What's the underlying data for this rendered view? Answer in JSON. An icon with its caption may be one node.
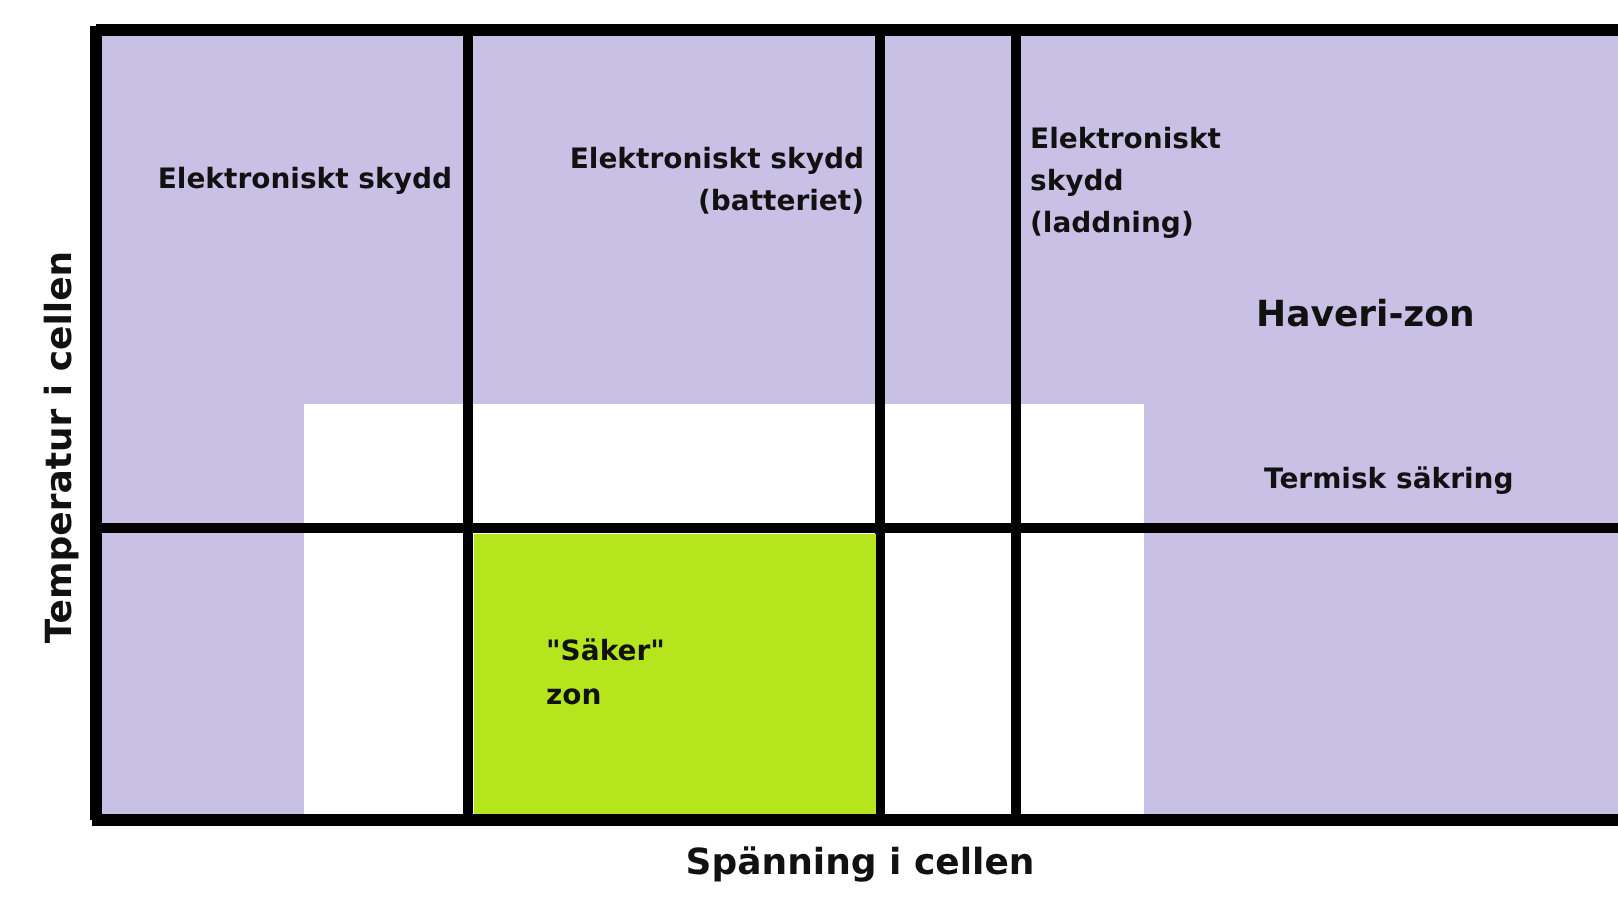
{
  "diagram": {
    "nodes": [
      {
        "text": [
          "\"Säker\" zon"
        ]
      }
    ],
    "edges": [],
    "labels": [
      "Temperatur i cellen",
      "Elektroniskt skydd",
      "Elektroniskt skydd (batteriet)",
      "Elektroniskt skydd (laddning)",
      "Haveri-zon",
      "Termisk säkring",
      "Spänning i cellen"
    ]
  }
}
